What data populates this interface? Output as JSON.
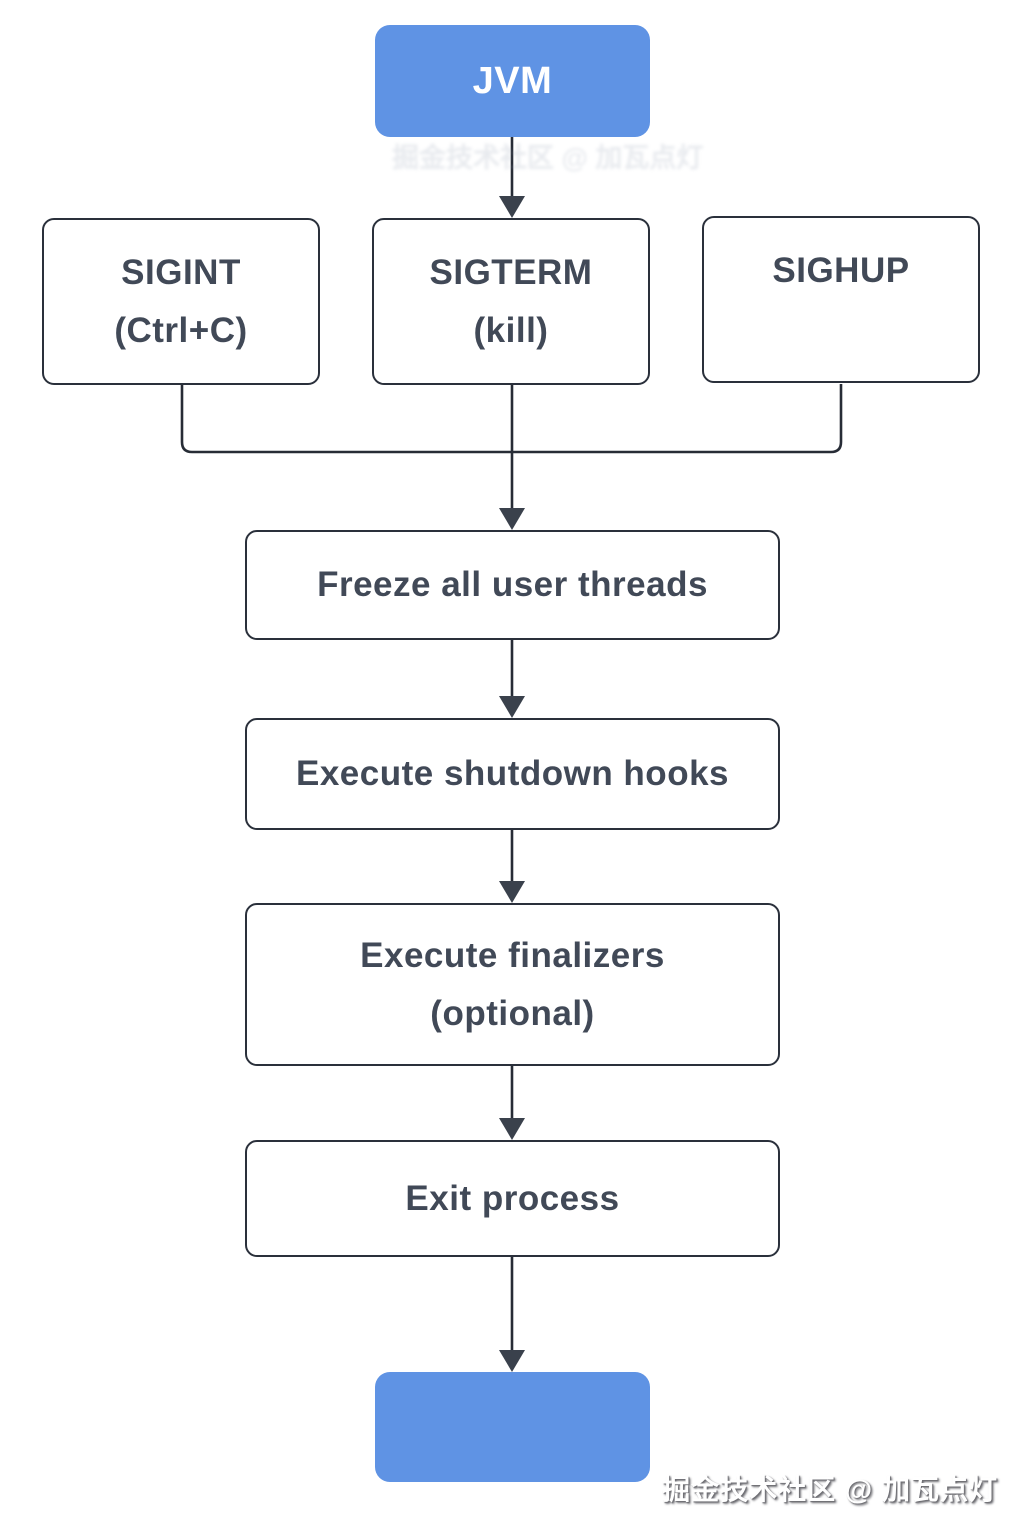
{
  "nodes": {
    "jvm": {
      "label": "JVM"
    },
    "sigint": {
      "line1": "SIGINT",
      "line2": "(Ctrl+C)"
    },
    "sigterm": {
      "line1": "SIGTERM",
      "line2": "(kill)"
    },
    "sighup": {
      "line1": "SIGHUP",
      "line2": ""
    },
    "freeze": {
      "label": "Freeze all user threads"
    },
    "hooks": {
      "label": "Execute shutdown hooks"
    },
    "finalizers": {
      "line1": "Execute finalizers",
      "line2": "(optional)"
    },
    "exit": {
      "label": "Exit process"
    },
    "end": {
      "label": ""
    }
  },
  "edges": [
    {
      "from": "jvm",
      "to": "sigterm"
    },
    {
      "from": "sigint",
      "to": "merge-bus"
    },
    {
      "from": "sighup",
      "to": "merge-bus"
    },
    {
      "from": "sigterm",
      "to": "freeze"
    },
    {
      "from": "freeze",
      "to": "hooks"
    },
    {
      "from": "hooks",
      "to": "finalizers"
    },
    {
      "from": "finalizers",
      "to": "exit"
    },
    {
      "from": "exit",
      "to": "end"
    }
  ],
  "watermark": {
    "text": "掘金技术社区 @ 加瓦点灯"
  },
  "colors": {
    "accent": "#5f93e4",
    "line": "#272c36",
    "arrow": "#3a414c",
    "node_border": "#2a303b",
    "node_bg": "#ffffff",
    "text": "#414957",
    "canvas_bg": "#ffffff"
  }
}
